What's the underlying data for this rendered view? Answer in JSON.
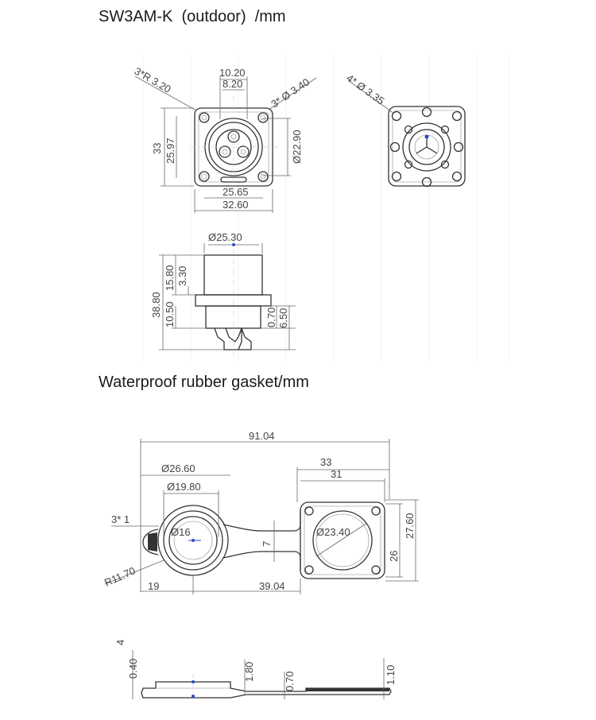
{
  "headings": {
    "connector": "SW3AM-K  (outdoor)  /mm",
    "gasket": "Waterproof rubber gasket/mm"
  },
  "front_view": {
    "d_10_20": "10.20",
    "d_8_20": "8.20",
    "radius": "3*R 3.20",
    "hole": "3* Ø 3.40",
    "h_33": "33",
    "h_25_97": "25.97",
    "dia_22_90": "Ø22.90",
    "w_25_65": "25.65",
    "w_32_60": "32.60"
  },
  "rear_view": {
    "holes": "4* Ø 3.35"
  },
  "side_view": {
    "dia_25_30": "Ø25.30",
    "h_38_80": "38.80",
    "h_15_80": "15.80",
    "h_3_30": "3.30",
    "h_10_50": "10.50",
    "h_0_70": "0.70",
    "h_6_50": "6.50"
  },
  "gasket_top": {
    "len_91_04": "91.04",
    "dia_26_60": "Ø26.60",
    "dia_19_80": "Ø19.80",
    "w_33": "33",
    "w_31": "31",
    "n_3_1": "3* 1",
    "dia_16": "Ø16",
    "w_7": "7",
    "dia_23_40": "Ø23.40",
    "h_26": "26",
    "h_27_60": "27.60",
    "r_11_70": "R11.70",
    "l_19": "19",
    "l_39_04": "39.04"
  },
  "gasket_side": {
    "t_4": "4",
    "t_0_40": "0.40",
    "t_1_80": "1.80",
    "t_0_70": "0.70",
    "t_1_10": "1.10"
  }
}
